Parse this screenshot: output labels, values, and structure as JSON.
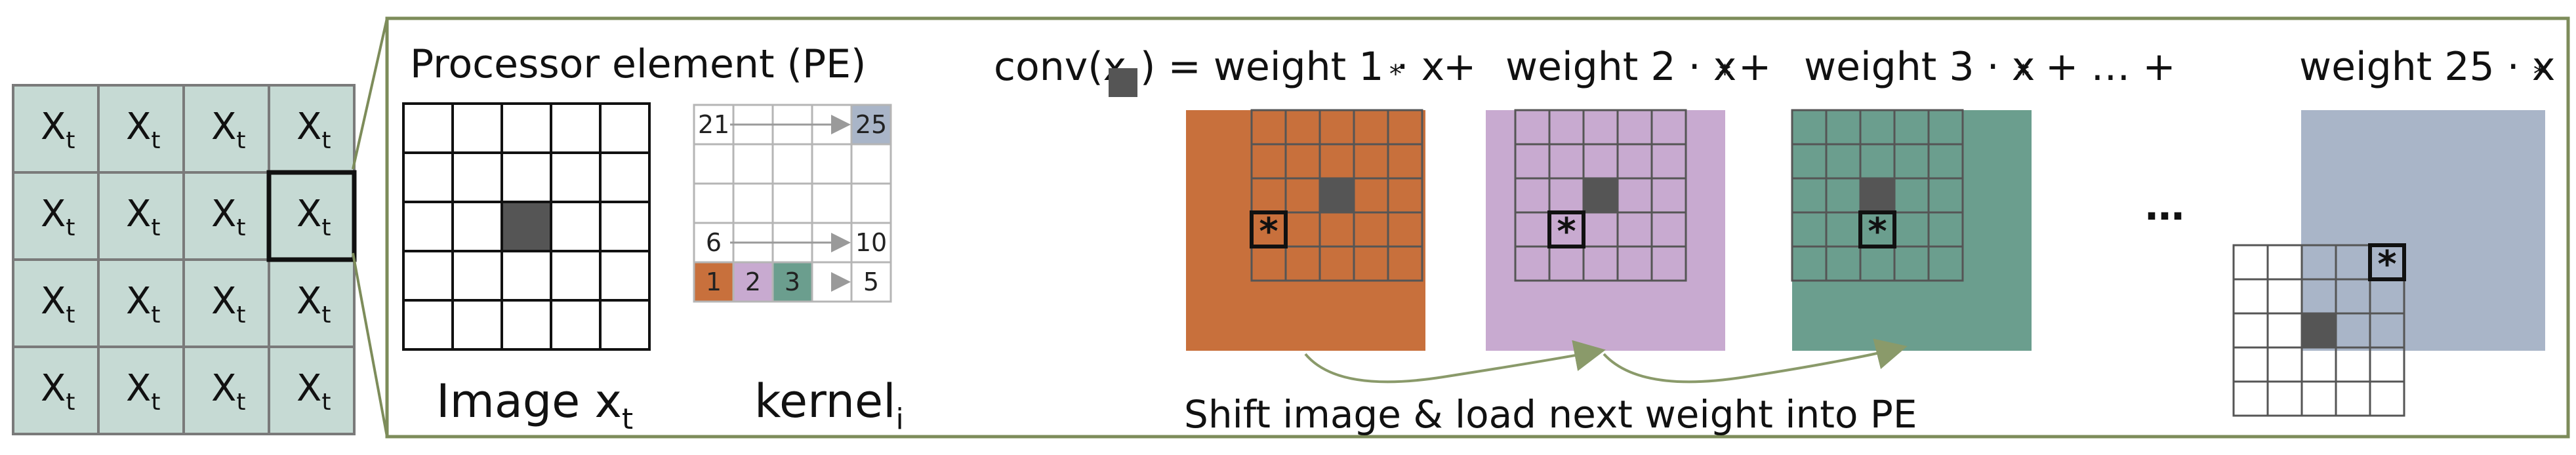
{
  "colors": {
    "grid_fill": "#c6dad4",
    "grid_line": "#7a7a7a",
    "panel_border": "#7d8c5a",
    "dark_cell": "#555555",
    "orange": "#c8703c",
    "purple": "#c8aad0",
    "teal": "#6b9e8e",
    "slate": "#a9b5c8",
    "arrow": "#8a9a6a"
  },
  "left_grid": {
    "base": "X",
    "subscript": "t"
  },
  "pe": {
    "title": "Processor element (PE)",
    "image_label_main": "Image x",
    "image_label_sub": "t",
    "kernel_label_main": "kernel",
    "kernel_label_sub": "i"
  },
  "kernel": {
    "top_left": "21",
    "top_right": "25",
    "mid_left": "6",
    "mid_right": "10",
    "bottom": [
      "1",
      "2",
      "3"
    ],
    "bottom_right": "5"
  },
  "equation": {
    "prefix": "conv(x",
    "suffix": ") = weight 1 · x",
    "star": "*",
    "plus1": "+",
    "term2": "weight 2 · x",
    "plus2": "+",
    "term3": "weight 3 · x",
    "plus3": "+ … +",
    "term25": "weight 25 · x"
  },
  "ellipsis": "…",
  "marker": "*",
  "caption": "Shift image & load next weight into PE"
}
